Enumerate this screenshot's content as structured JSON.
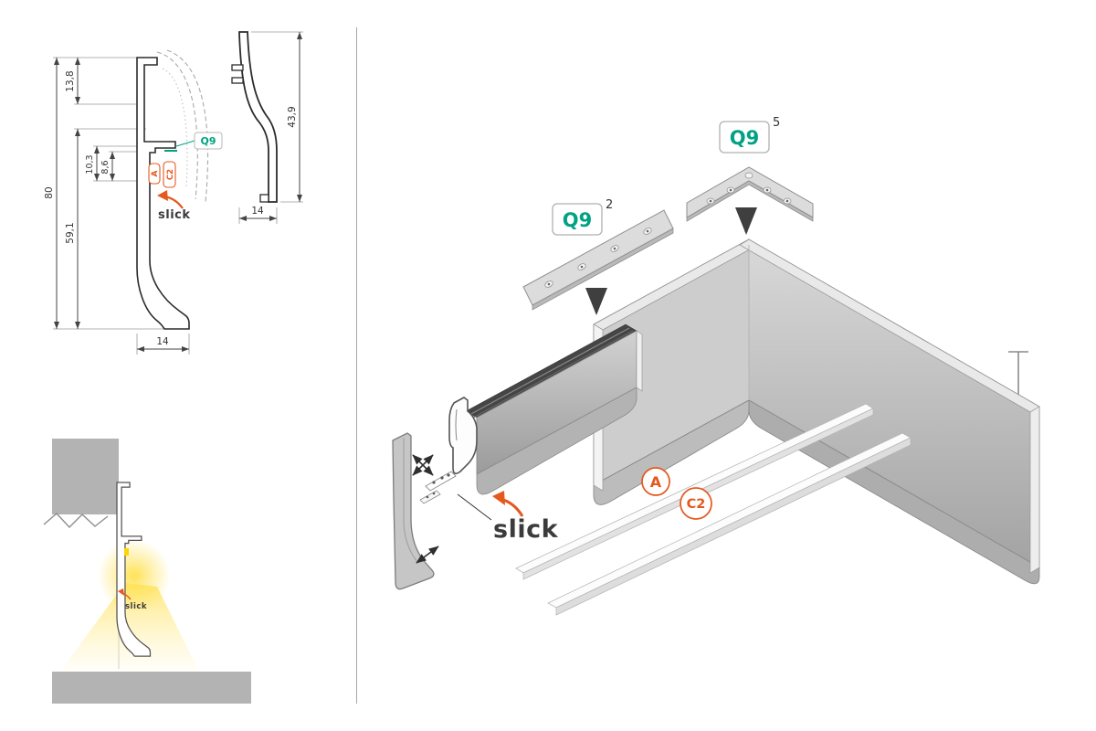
{
  "colors": {
    "teal": "#00a283",
    "orange": "#e5581e",
    "profile_gray": "#c9c9c9",
    "wall_gray": "#b3b3b3",
    "led_yellow": "#ffd400"
  },
  "left_drawings": {
    "front_section": {
      "dim_height_total": "80",
      "dim_top": "13,8",
      "dim_lower": "59,1",
      "dim_channel_a": "10,3",
      "dim_channel_b": "8,6",
      "dim_width": "14",
      "connector_label": "Q9",
      "profile_label": "A",
      "cover_label": "C2",
      "brand": "slick"
    },
    "side_section": {
      "dim_height": "43,9",
      "dim_width": "14"
    },
    "installation": {
      "brand": "slick"
    }
  },
  "exploded_view": {
    "straight_connector": {
      "label": "Q9",
      "qty": "2"
    },
    "corner_connector": {
      "label": "Q9",
      "qty": "5"
    },
    "profile_label": "A",
    "cover_label": "C2",
    "brand": "slick"
  }
}
